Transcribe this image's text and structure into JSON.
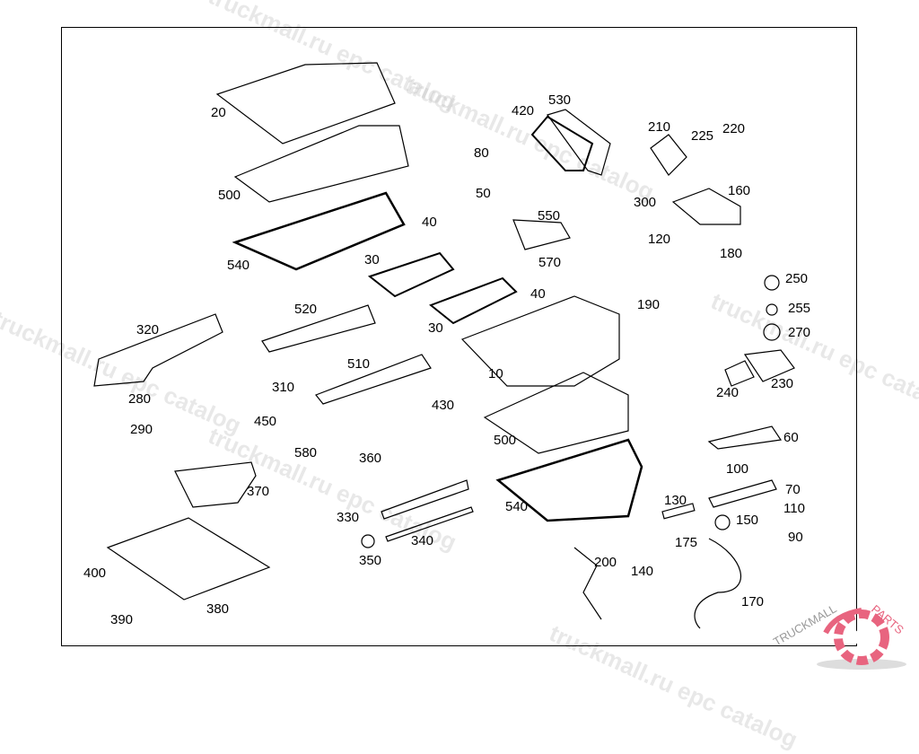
{
  "watermark": "truckmall.ru epc catalog",
  "logo": {
    "text_left": "TRUCKMALL",
    "text_right": "PARTS",
    "color_primary": "#e8647f",
    "color_secondary": "#999999"
  },
  "callouts": [
    "20",
    "500",
    "540",
    "40",
    "30",
    "520",
    "320",
    "280",
    "290",
    "310",
    "450",
    "510",
    "430",
    "580",
    "360",
    "370",
    "330",
    "340",
    "350",
    "400",
    "390",
    "380",
    "420",
    "530",
    "80",
    "50",
    "550",
    "570",
    "300",
    "120",
    "210",
    "225",
    "220",
    "160",
    "180",
    "40",
    "30",
    "190",
    "10",
    "250",
    "255",
    "270",
    "240",
    "230",
    "500",
    "60",
    "540",
    "100",
    "70",
    "130",
    "110",
    "150",
    "90",
    "175",
    "140",
    "200",
    "170"
  ]
}
